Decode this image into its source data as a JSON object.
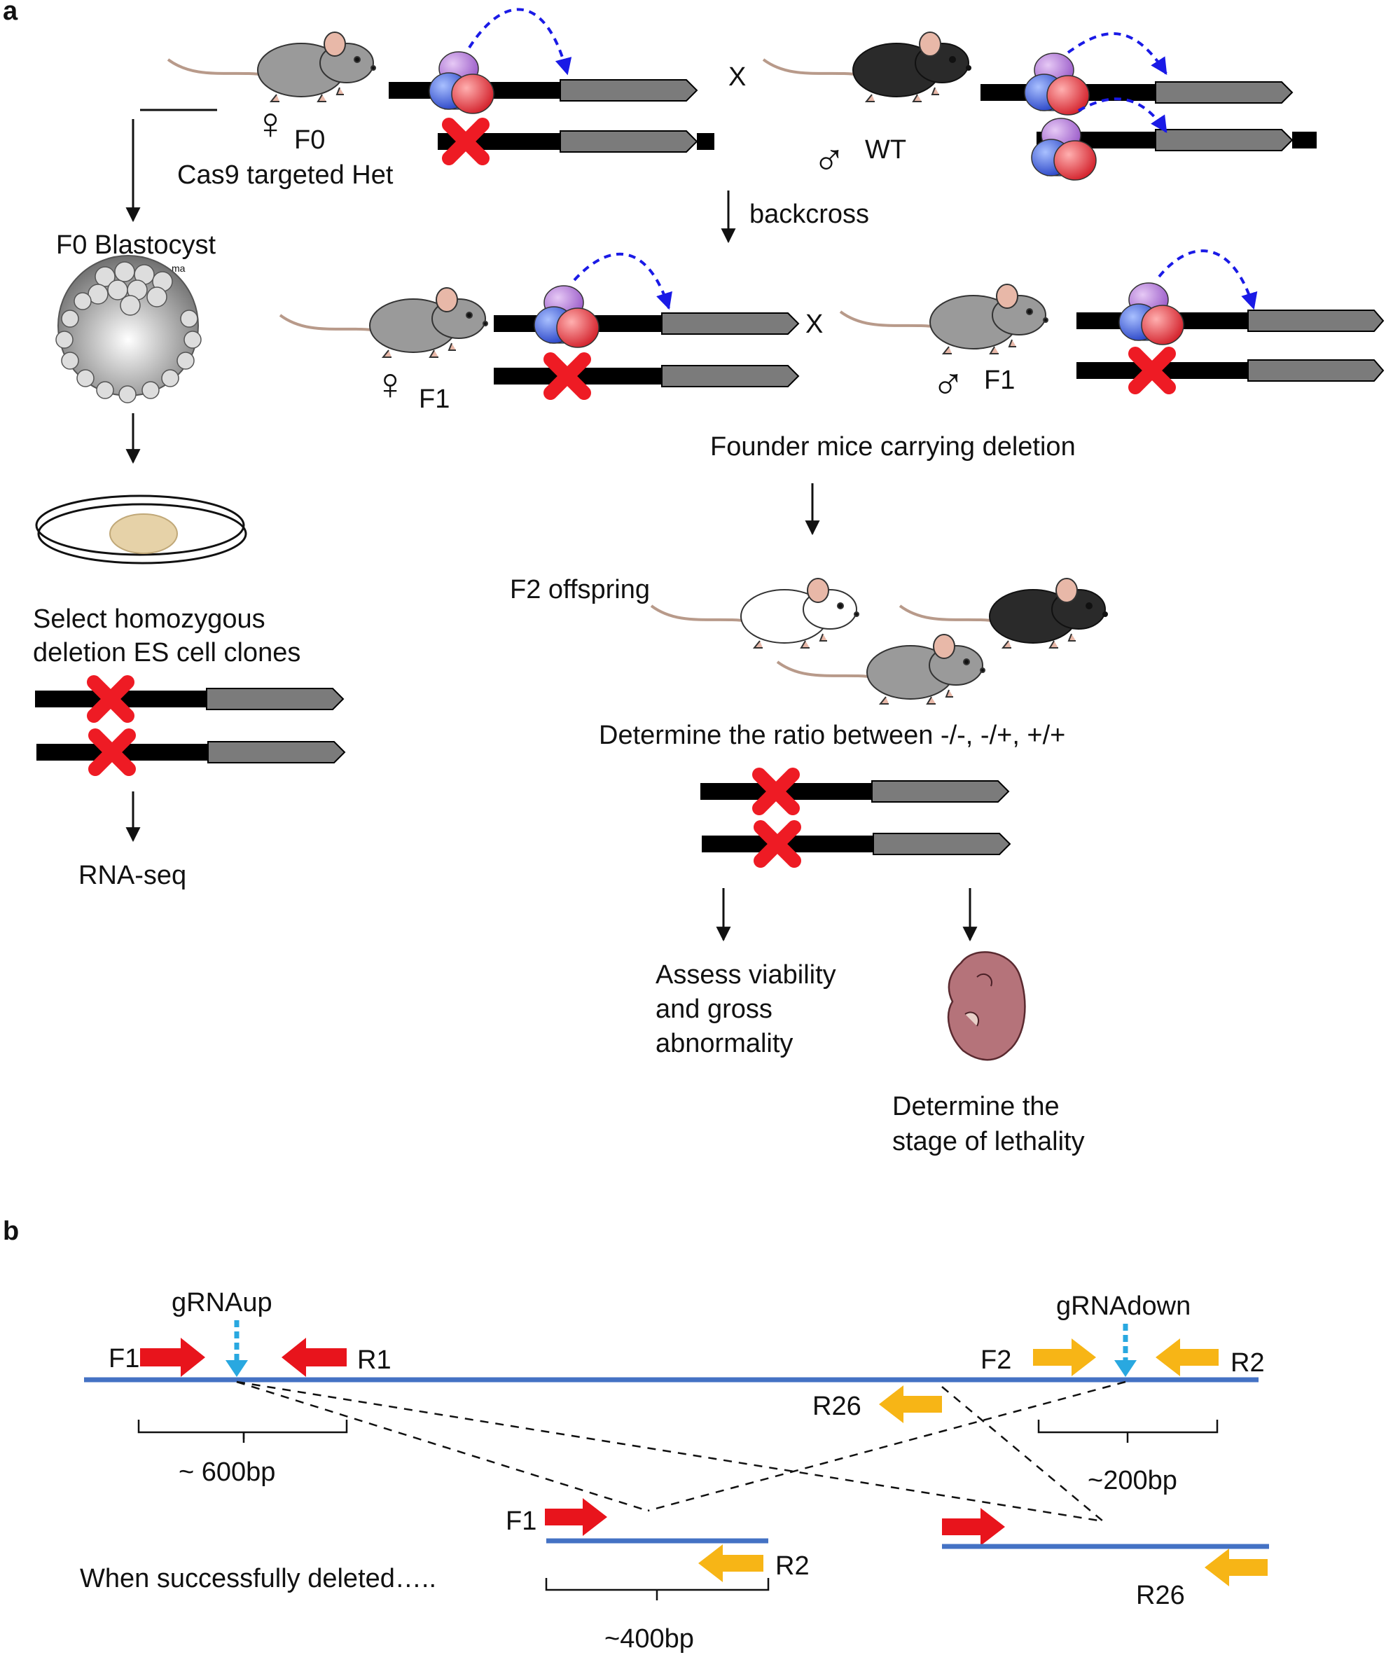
{
  "panel_a": {
    "label": "a",
    "f0_generation": "F0",
    "f0_genotype": "Cas9 targeted Het",
    "cross_symbol": "X",
    "wt_label": "WT",
    "backcross": "backcross",
    "blastocyst": "F0 Blastocyst",
    "tiny_mark": "ma",
    "f1_female": "F1",
    "f1_male": "F1",
    "founder": "Founder mice carrying deletion",
    "f2_offspring": "F2 offspring",
    "select_line1": "Select homozygous",
    "select_line2": "deletion ES cell clones",
    "rnaseq": "RNA-seq",
    "ratio": "Determine the ratio between -/-, -/+, +/+",
    "assess_line1": "Assess viability",
    "assess_line2": "and gross",
    "assess_line3": "abnormality",
    "stage_line1": "Determine the",
    "stage_line2": "stage of lethality",
    "female_symbol": "♀",
    "male_symbol": "♂"
  },
  "panel_b": {
    "label": "b",
    "grna_up": "gRNAup",
    "grna_down": "gRNAdown",
    "f1": "F1",
    "r1": "R1",
    "f2": "F2",
    "r2": "R2",
    "r26": "R26",
    "size_600": "~ 600bp",
    "size_200": "~200bp",
    "size_400": "~400bp",
    "deleted_note": "When successfully deleted…..",
    "f1_bottom": "F1",
    "r2_bottom": "R2",
    "r26_bottom": "R26"
  },
  "colors": {
    "line_blue": "#4472c4",
    "primer_red": "#e8141c",
    "primer_yellow": "#f7b516",
    "grna_cyan": "#29a8e0",
    "mouse_grey": "#9a9a9a",
    "mouse_black": "#222222",
    "embryo": "#b5737a",
    "cas9_purple": "#b27ad6",
    "cas9_blue": "#3b5fd9",
    "cas9_red": "#e8393f"
  }
}
